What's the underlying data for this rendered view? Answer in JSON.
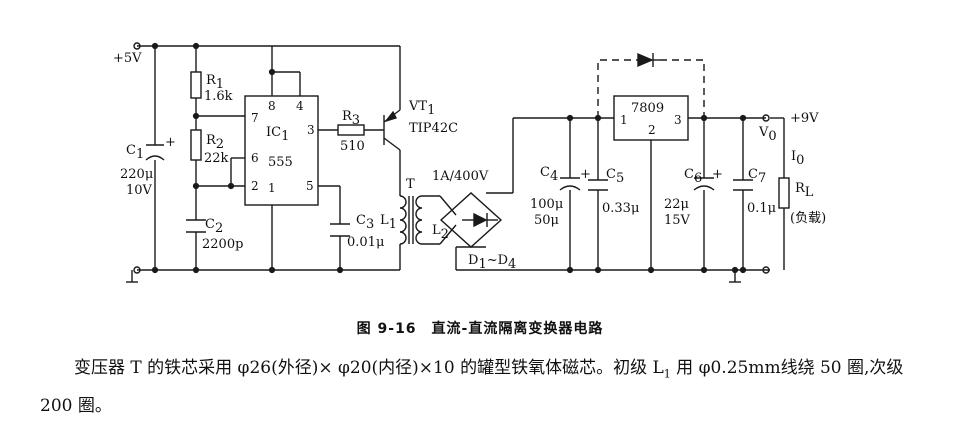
{
  "figure": {
    "labels": {
      "vcc": "+5V",
      "r1": "R",
      "r1_sub": "1",
      "r1_val": "1.6k",
      "r2": "R",
      "r2_sub": "2",
      "r2_val": "22k",
      "c1": "C",
      "c1_sub": "1",
      "c1_val1": "220μ",
      "c1_val2": "10V",
      "c2": "C",
      "c2_sub": "2",
      "c2_val": "2200p",
      "ic": "IC",
      "ic_sub": "1",
      "ic_part": "555",
      "pin8": "8",
      "pin4": "4",
      "pin7": "7",
      "pin3": "3",
      "pin6": "6",
      "pin2": "2",
      "pin1": "1",
      "pin5": "5",
      "r3": "R",
      "r3_sub": "3",
      "r3_val": "510",
      "vt": "VT",
      "vt_sub": "1",
      "vt_part": "TIP42C",
      "c3": "C",
      "c3_sub": "3",
      "c3_val": "0.01μ",
      "l1": "L",
      "l1_sub": "1",
      "t": "T",
      "l2": "L",
      "l2_sub": "2",
      "rating": "1A/400V",
      "diodes": "D",
      "diodes_sub1": "1",
      "diodes_mid": "~D",
      "diodes_sub2": "4",
      "c4": "C",
      "c4_sub": "4",
      "c4_val1": "100μ",
      "c4_val2": "50μ",
      "c5": "C",
      "c5_sub": "5",
      "c5_val": "0.33μ",
      "reg": "7809",
      "reg_p1": "1",
      "reg_p2": "2",
      "reg_p3": "3",
      "c6": "C",
      "c6_sub": "6",
      "c6_val1": "22μ",
      "c6_val2": "15V",
      "c7": "C",
      "c7_sub": "7",
      "c7_val": "0.1μ",
      "vout": "+9V",
      "v0": "V",
      "v0_sub": "0",
      "i0": "I",
      "i0_sub": "0",
      "rl": "R",
      "rl_sub": "L",
      "rl_note": "(负载)"
    }
  },
  "caption": "图 9-16　直流-直流隔离变换器电路",
  "body": [
    "变压器 T 的铁芯采用 φ26(外径)× φ20(内径)×10 的罐型铁氧体磁芯。初级 L",
    "1",
    " 用 φ0.25mm线绕 50 圈,次级 200 圈。"
  ]
}
